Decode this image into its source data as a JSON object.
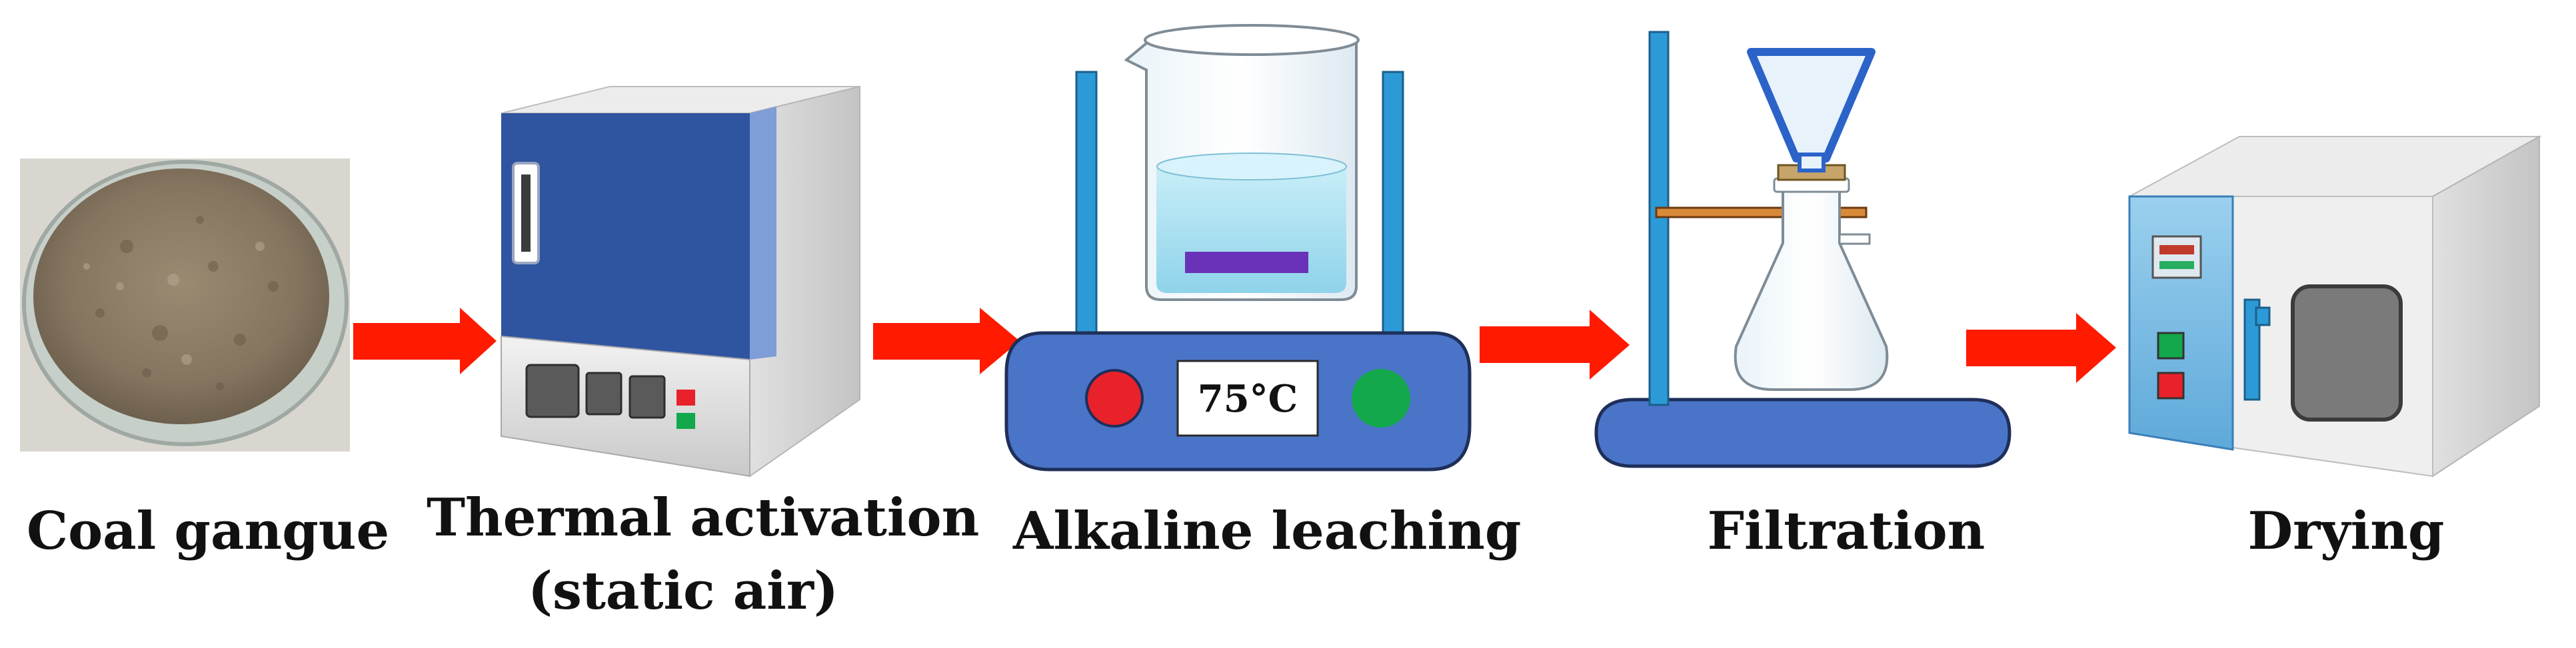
{
  "steps": [
    {
      "id": "coal-gangue",
      "label": "Coal gangue"
    },
    {
      "id": "thermal-activation",
      "label": "Thermal activation",
      "sublabel": "(static air)"
    },
    {
      "id": "alkaline-leaching",
      "label": "Alkaline leaching",
      "display": "75°C"
    },
    {
      "id": "filtration",
      "label": "Filtration"
    },
    {
      "id": "drying",
      "label": "Drying"
    }
  ],
  "colors": {
    "arrow": "#ff1a00",
    "furnace_blue": "#2f54a0",
    "stirrer_blue": "#4a74c8",
    "stand_blue": "#2c9ad6",
    "liquid": "#a8dff0",
    "stir_bar": "#6a32b8",
    "red_button": "#e8212b",
    "green_button": "#12a84b"
  }
}
